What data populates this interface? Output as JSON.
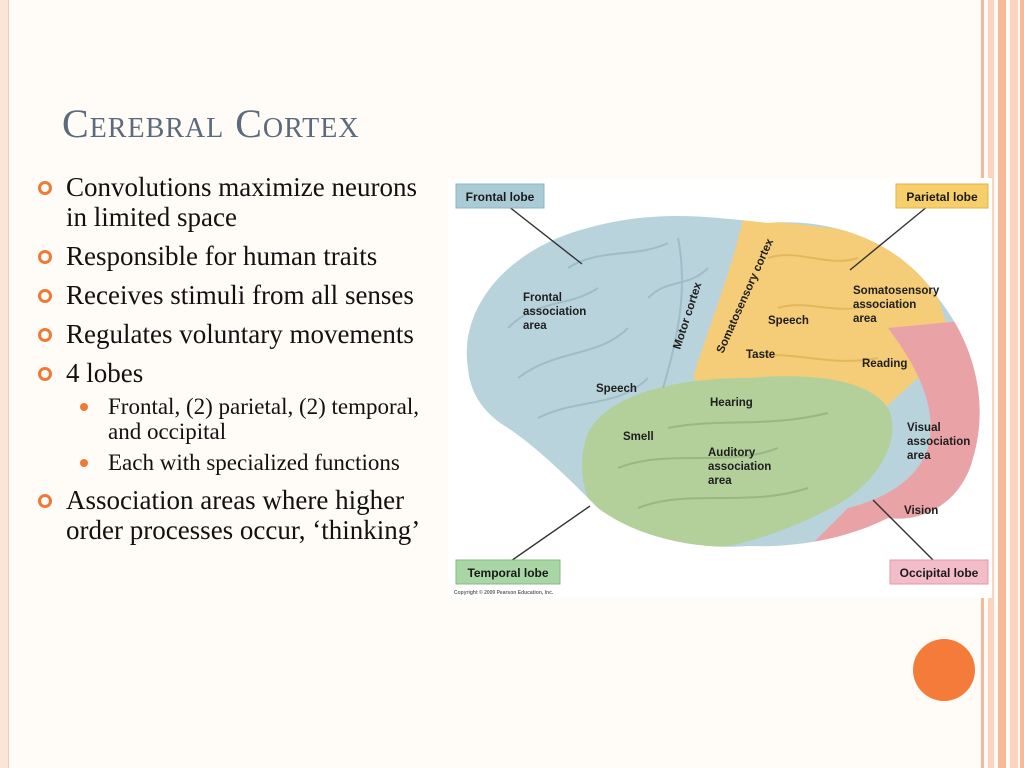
{
  "title": "Cerebral Cortex",
  "bullets": [
    "Convolutions maximize neurons in limited space",
    "Responsible for human traits",
    "Receives stimuli from all senses",
    "Regulates voluntary movements",
    "4 lobes"
  ],
  "sub_bullets": [
    "Frontal, (2) parietal, (2) temporal, and occipital",
    "Each with specialized functions"
  ],
  "last_bullet": "Association areas where higher order processes occur, ‘thinking’",
  "diagram": {
    "lobe_labels": {
      "frontal": "Frontal lobe",
      "parietal": "Parietal lobe",
      "temporal": "Temporal lobe",
      "occipital": "Occipital lobe"
    },
    "lobe_colors": {
      "frontal": "#a9cbd6",
      "parietal": "#f7cf6a",
      "temporal": "#a9d6a5",
      "occipital": "#f4bcc8"
    },
    "region_labels": {
      "frontal_assoc_1": "Frontal",
      "frontal_assoc_2": "association",
      "frontal_assoc_3": "area",
      "motor": "Motor cortex",
      "somatosensory_cortex": "Somatosensory cortex",
      "soma_assoc_1": "Somatosensory",
      "soma_assoc_2": "association",
      "soma_assoc_3": "area",
      "speech_parietal": "Speech",
      "taste": "Taste",
      "reading": "Reading",
      "speech_frontal": "Speech",
      "hearing": "Hearing",
      "smell": "Smell",
      "aud_1": "Auditory",
      "aud_2": "association",
      "aud_3": "area",
      "vis_1": "Visual",
      "vis_2": "association",
      "vis_3": "area",
      "vision": "Vision"
    },
    "copyright": "Copyright © 2009 Pearson Education, Inc."
  }
}
